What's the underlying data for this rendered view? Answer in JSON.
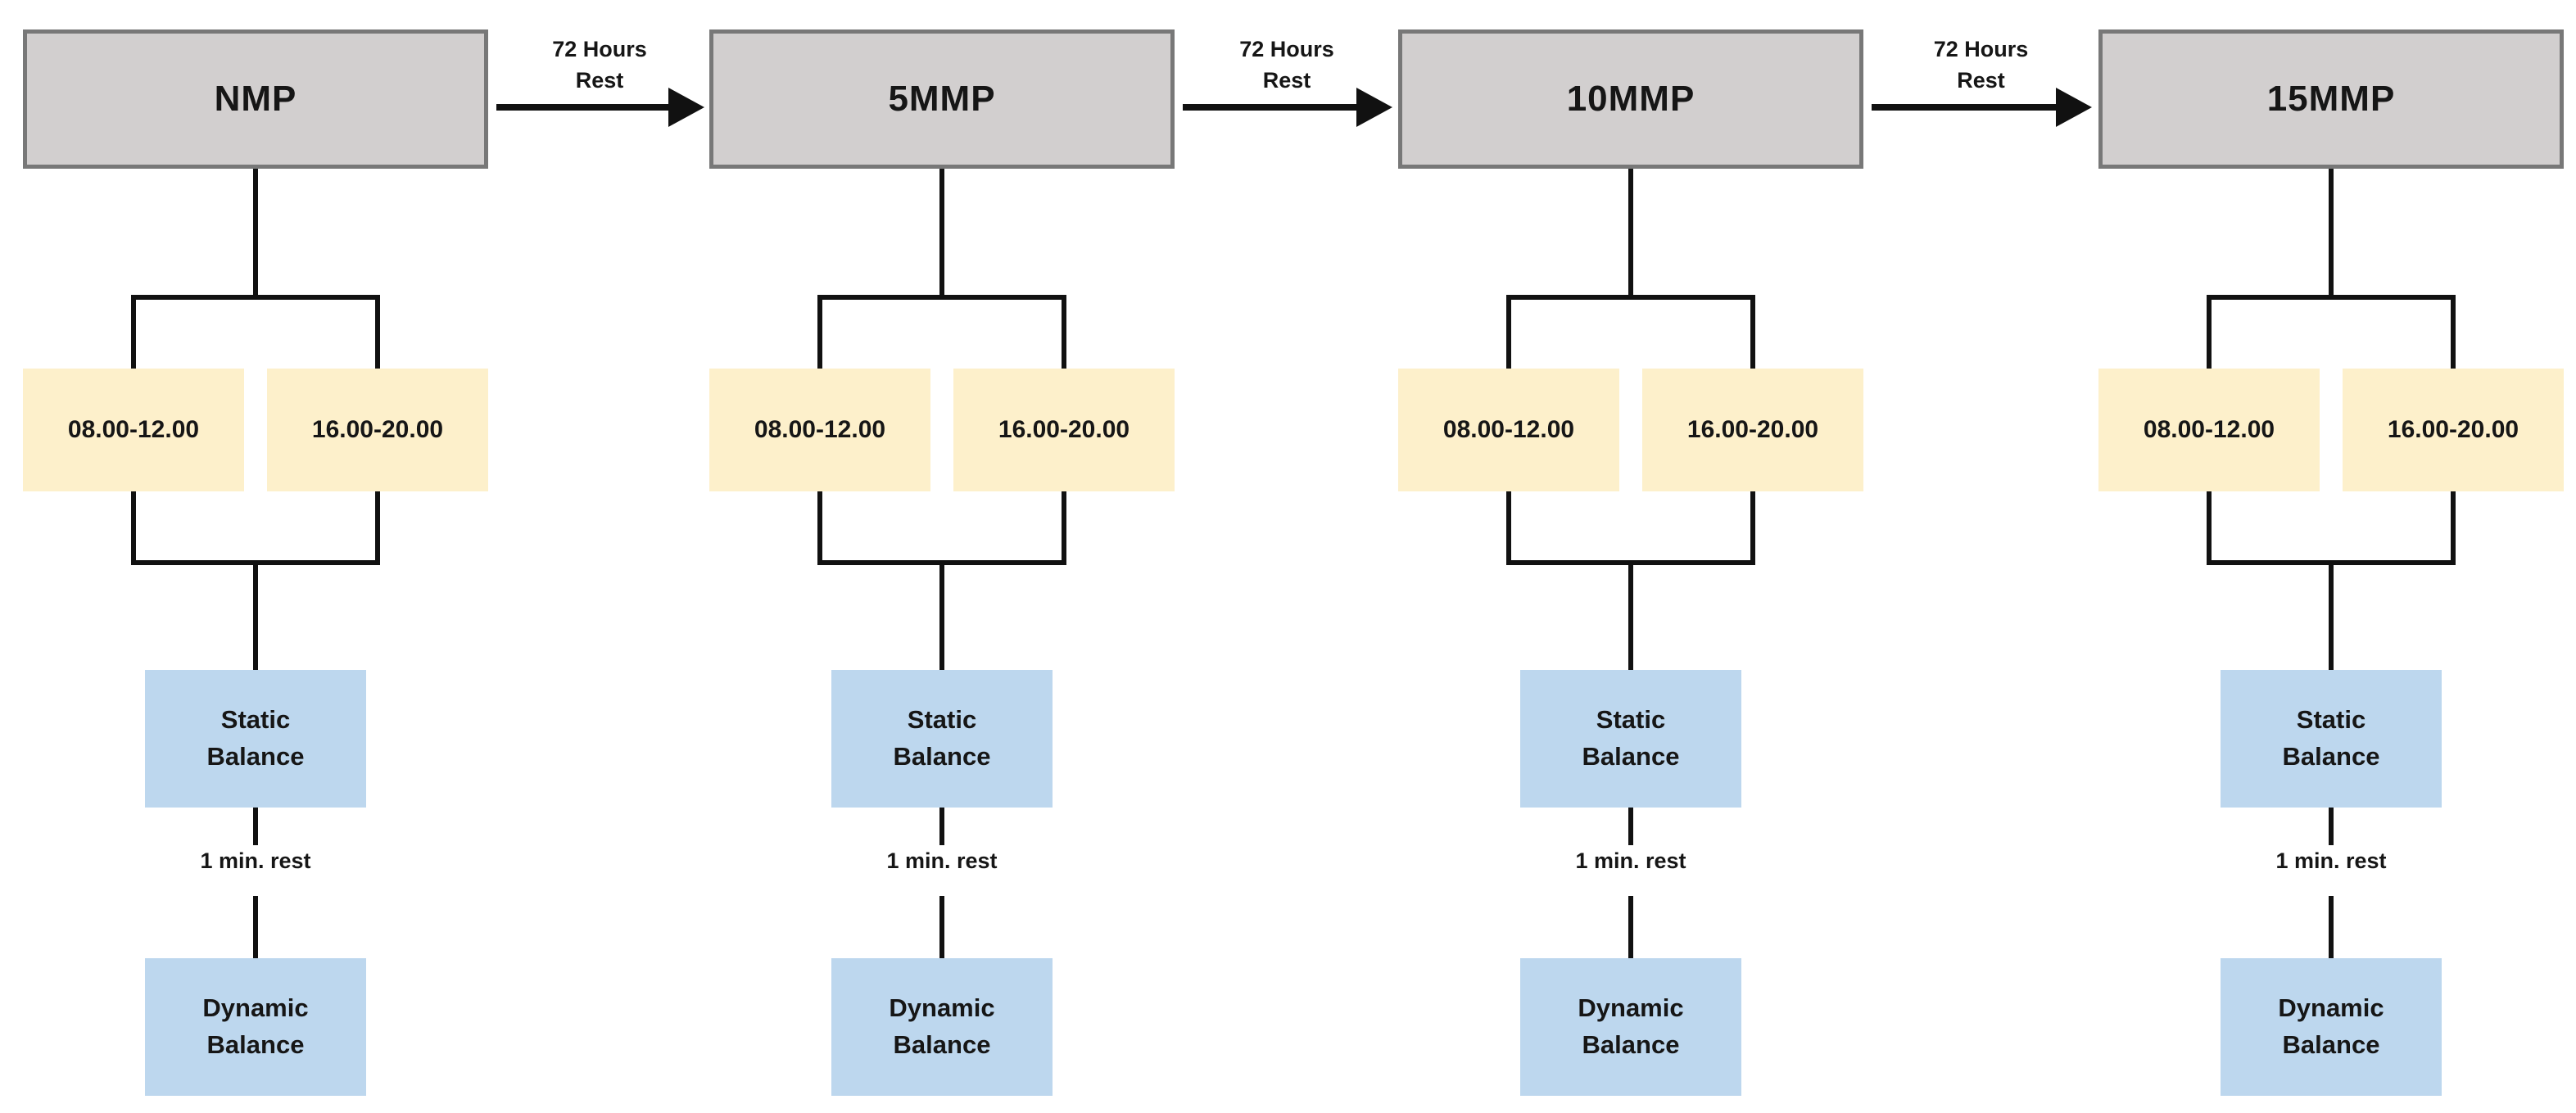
{
  "diagram": {
    "colors": {
      "background": "#ffffff",
      "phase_fill": "#d2cfcf",
      "phase_border": "#787878",
      "session_fill": "#fdf0cb",
      "balance_fill": "#bdd7ee",
      "line": "#111111",
      "text": "#161616"
    },
    "columns": [
      {
        "phase": "NMP",
        "sessions": [
          "08.00-12.00",
          "16.00-20.00"
        ],
        "static_test": "Static Balance",
        "rest": "1 min. rest",
        "dynamic_test": "Dynamic Balance"
      },
      {
        "phase": "5MMP",
        "sessions": [
          "08.00-12.00",
          "16.00-20.00"
        ],
        "static_test": "Static Balance",
        "rest": "1 min. rest",
        "dynamic_test": "Dynamic Balance"
      },
      {
        "phase": "10MMP",
        "sessions": [
          "08.00-12.00",
          "16.00-20.00"
        ],
        "static_test": "Static Balance",
        "rest": "1 min. rest",
        "dynamic_test": "Dynamic Balance"
      },
      {
        "phase": "15MMP",
        "sessions": [
          "08.00-12.00",
          "16.00-20.00"
        ],
        "static_test": "Static Balance",
        "rest": "1 min. rest",
        "dynamic_test": "Dynamic Balance"
      }
    ],
    "arrows": [
      {
        "line1": "72 Hours",
        "line2": "Rest"
      },
      {
        "line1": "72 Hours",
        "line2": "Rest"
      },
      {
        "line1": "72 Hours",
        "line2": "Rest"
      }
    ]
  }
}
